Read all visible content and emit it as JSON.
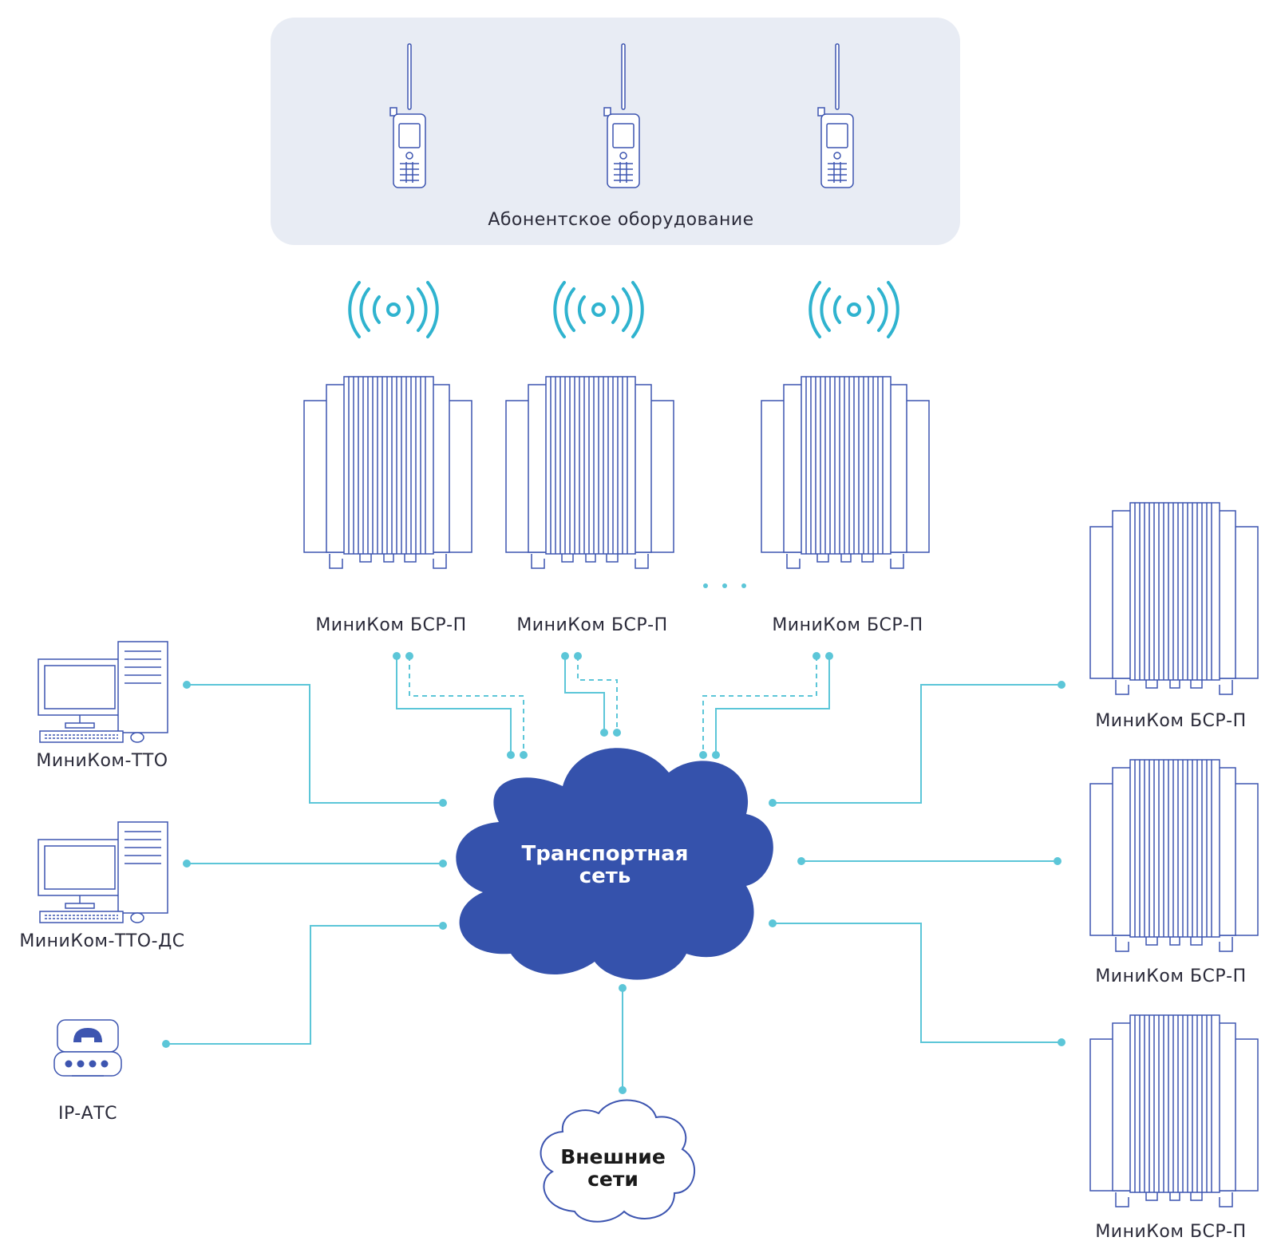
{
  "subscriber_panel": {
    "label": "Абонентское оборудование"
  },
  "transport_cloud": {
    "line1": "Транспортная",
    "line2": "сеть"
  },
  "external_cloud": {
    "line1": "Внешние",
    "line2": "сети"
  },
  "base_stations_top": [
    {
      "label": "МиниКом БСР-П"
    },
    {
      "label": "МиниКом БСР-П"
    },
    {
      "label": "МиниКом БСР-П"
    }
  ],
  "base_stations_right": [
    {
      "label": "МиниКом БСР-П"
    },
    {
      "label": "МиниКом БСР-П"
    },
    {
      "label": "МиниКом БСР-П"
    }
  ],
  "left_devices": [
    {
      "label": "МиниКом-ТТО",
      "icon": "workstation-icon"
    },
    {
      "label": "МиниКом-ТТО-ДС",
      "icon": "workstation-icon"
    },
    {
      "label": "IP-АТС",
      "icon": "ip-pbx-icon"
    }
  ],
  "colors": {
    "cloud": "#3552ac",
    "panel": "#e8ecf4",
    "link": "#5cc6d8",
    "device_outline": "#3d55b0",
    "wave": "#2fb3cf"
  }
}
